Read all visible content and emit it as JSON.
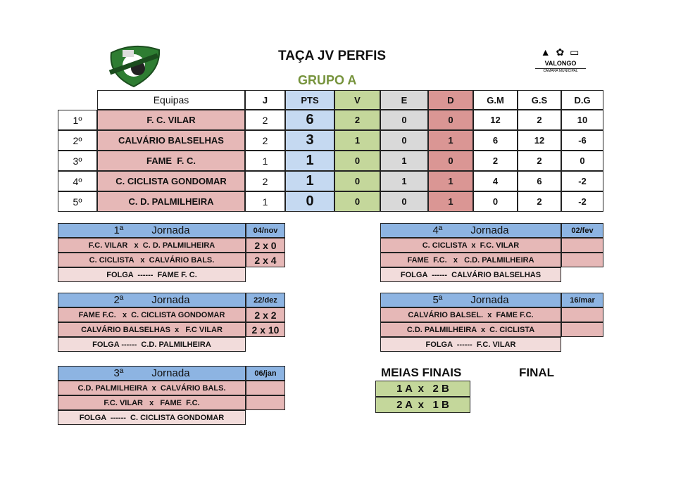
{
  "header": {
    "title": "TAÇA  JV PERFIS",
    "group": "GRUPO  A",
    "sponsor_logo_text": "VALONGO",
    "sponsor_logo_sub": "CÂMARA MUNICIPAL"
  },
  "colors": {
    "pink": "#e6b8b7",
    "light_pink": "#f2dcdb",
    "blue": "#8db4e2",
    "pts": "#c5d9f1",
    "v": "#c4d79b",
    "e": "#d9d9d9",
    "d": "#da9694",
    "title_green": "#76933c"
  },
  "standings": {
    "columns": [
      "Equipas",
      "J",
      "PTS",
      "V",
      "E",
      "D",
      "G.M",
      "G.S",
      "D.G"
    ],
    "rows": [
      {
        "pos": "1º",
        "team": "F. C. VILAR",
        "j": "2",
        "pts": "6",
        "v": "2",
        "e": "0",
        "d": "0",
        "gm": "12",
        "gs": "2",
        "dg": "10"
      },
      {
        "pos": "2º",
        "team": "CALVÁRIO BALSELHAS",
        "j": "2",
        "pts": "3",
        "v": "1",
        "e": "0",
        "d": "1",
        "gm": "6",
        "gs": "12",
        "dg": "-6"
      },
      {
        "pos": "3º",
        "team": "FAME  F. C.",
        "j": "1",
        "pts": "1",
        "v": "0",
        "e": "1",
        "d": "0",
        "gm": "2",
        "gs": "2",
        "dg": "0"
      },
      {
        "pos": "4º",
        "team": "C. CICLISTA GONDOMAR",
        "j": "2",
        "pts": "1",
        "v": "0",
        "e": "1",
        "d": "1",
        "gm": "4",
        "gs": "6",
        "dg": "-2"
      },
      {
        "pos": "5º",
        "team": "C. D. PALMILHEIRA",
        "j": "1",
        "pts": "0",
        "v": "0",
        "e": "0",
        "d": "1",
        "gm": "0",
        "gs": "2",
        "dg": "-2"
      }
    ]
  },
  "rounds": [
    {
      "num": "1ª",
      "label": "Jornada",
      "date": "04/nov",
      "matches": [
        {
          "teams": "F.C. VILAR   x  C. D. PALMILHEIRA",
          "score": "2 x 0"
        },
        {
          "teams": "C. CICLISTA   x  CALVÁRIO BALS.",
          "score": "2 x 4"
        }
      ],
      "bye": "FOLGA  ------  FAME F. C."
    },
    {
      "num": "2ª",
      "label": "Jornada",
      "date": "22/dez",
      "matches": [
        {
          "teams": "FAME F.C.   x  C. CICLISTA GONDOMAR",
          "score": "2 x 2"
        },
        {
          "teams": "CALVÁRIO BALSELHAS  x   F.C VILAR",
          "score": "2 x 10"
        }
      ],
      "bye": "FOLGA ------  C.D. PALMILHEIRA"
    },
    {
      "num": "3ª",
      "label": "Jornada",
      "date": "06/jan",
      "matches": [
        {
          "teams": "C.D. PALMILHEIRA  x  CALVÁRIO BALS.",
          "score": ""
        },
        {
          "teams": "F.C. VILAR   x   FAME  F.C.",
          "score": ""
        }
      ],
      "bye": "FOLGA  ------  C. CICLISTA GONDOMAR"
    },
    {
      "num": "4ª",
      "label": "Jornada",
      "date": "02/fev",
      "matches": [
        {
          "teams": "C. CICLISTA  x  F.C. VILAR",
          "score": ""
        },
        {
          "teams": "FAME  F.C.   x   C.D. PALMILHEIRA",
          "score": ""
        }
      ],
      "bye": "FOLGA  ------  CALVÁRIO BALSELHAS"
    },
    {
      "num": "5ª",
      "label": "Jornada",
      "date": "16/mar",
      "matches": [
        {
          "teams": "CALVÁRIO BALSEL.  x  FAME F.C.",
          "score": ""
        },
        {
          "teams": "C.D. PALMILHEIRA  x  C. CICLISTA",
          "score": ""
        }
      ],
      "bye": "FOLGA  ------  F.C. VILAR"
    }
  ],
  "knockout": {
    "semis_title": "MEIAS FINAIS",
    "final_title": "FINAL",
    "semis": [
      "1 A  x   2 B",
      "2 A  x   1 B"
    ]
  }
}
